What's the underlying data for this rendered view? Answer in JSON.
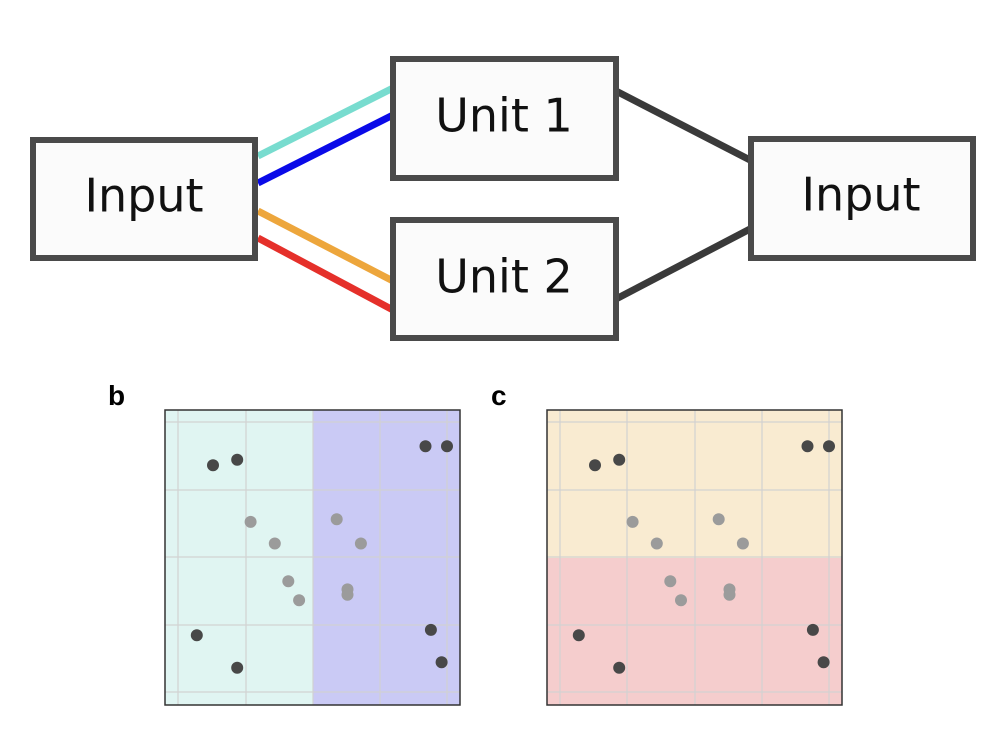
{
  "colors": {
    "teal": "#78dccf",
    "blue": "#0a0ae8",
    "orange": "#eda63c",
    "red": "#e5302a",
    "connector": "#3a3a3a",
    "region_teal": "#e0f5f2",
    "region_blue": "#cacaf5",
    "region_orange": "#f9ebd1",
    "region_red": "#f5cdcd",
    "point_dark": "#484848",
    "point_light": "#9b9b9b"
  },
  "diagram": {
    "input_left_label": "Input",
    "unit1_label": "Unit 1",
    "unit2_label": "Unit 2",
    "input_right_label": "Input"
  },
  "panels": {
    "b_label": "b",
    "c_label": "c"
  },
  "chart_data": {
    "type": "scatter",
    "points_dark": [
      [
        0.13,
        0.84
      ],
      [
        0.22,
        0.86
      ],
      [
        0.92,
        0.91
      ],
      [
        1.0,
        0.91
      ],
      [
        0.07,
        0.21
      ],
      [
        0.22,
        0.09
      ],
      [
        0.94,
        0.23
      ],
      [
        0.98,
        0.11
      ]
    ],
    "points_light": [
      [
        0.27,
        0.63
      ],
      [
        0.36,
        0.55
      ],
      [
        0.59,
        0.64
      ],
      [
        0.68,
        0.55
      ],
      [
        0.41,
        0.41
      ],
      [
        0.45,
        0.34
      ],
      [
        0.63,
        0.38
      ],
      [
        0.63,
        0.36
      ]
    ]
  }
}
